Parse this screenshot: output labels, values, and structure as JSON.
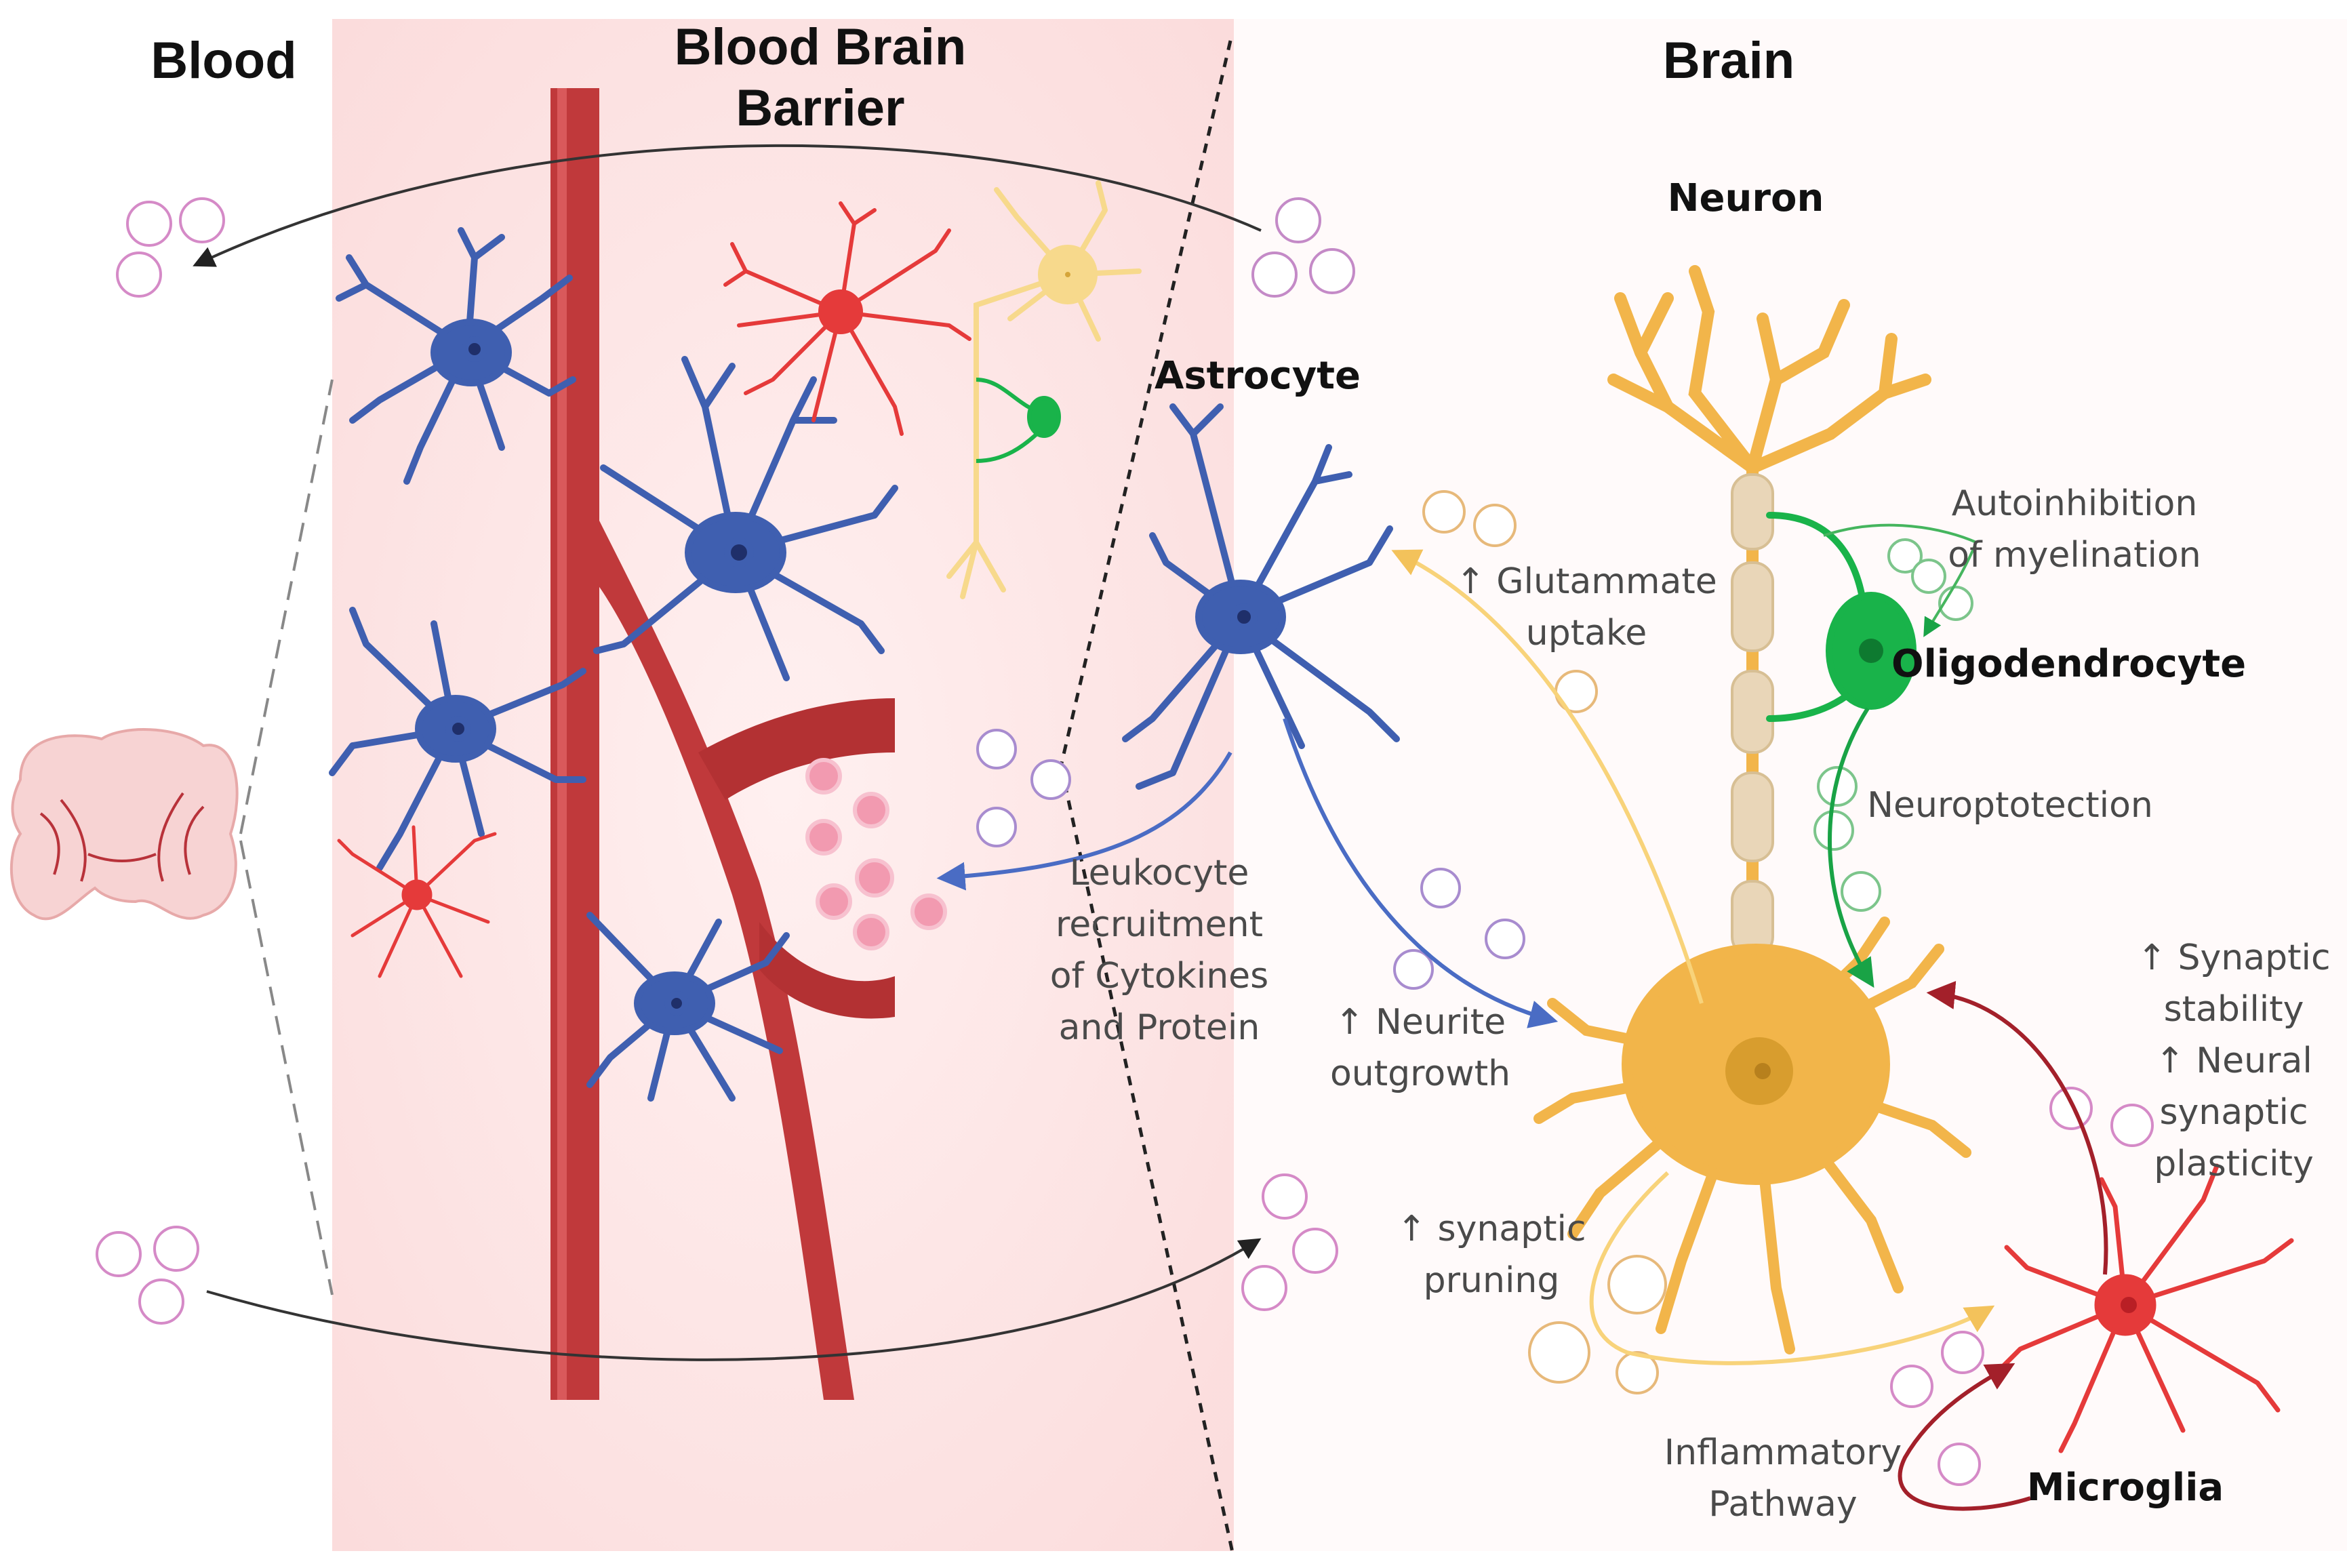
{
  "regions": {
    "blood": "Blood",
    "bbb": "Blood Brain\nBarrier",
    "brain": "Brain"
  },
  "cells": {
    "neuron": "Neuron",
    "astrocyte": "Astrocyte",
    "oligodendrocyte": "Oligodendrocyte",
    "microglia": "Microglia"
  },
  "processes": {
    "glutamate": "↑ Glutammate\nuptake",
    "autoinhibition": "Autoinhibition\nof myelination",
    "neuroprotection": "Neuroptotection",
    "leukocyte": "Leukocyte\nrecruitment\nof Cytokines\nand Protein",
    "neurite": "↑ Neurite\noutgrowth",
    "synaptic_stability": "↑ Synaptic\nstability\n↑ Neural\nsynaptic\nplasticity",
    "pruning": "↑ synaptic\npruning",
    "inflammatory": "Inflammatory\nPathway"
  },
  "colors": {
    "bbb_zone": "#fde4e4",
    "vessel": "#c0393b",
    "astrocyte": "#3f5fb0",
    "microglia": "#e53a3a",
    "neuron": "#f2b54a",
    "oligodendrocyte": "#19b34a",
    "arrow_dark": "#333333",
    "arrow_blue": "#4a6cc4",
    "arrow_yellow": "#f8d37a",
    "arrow_green": "#19a346",
    "arrow_red": "#a3202a"
  }
}
